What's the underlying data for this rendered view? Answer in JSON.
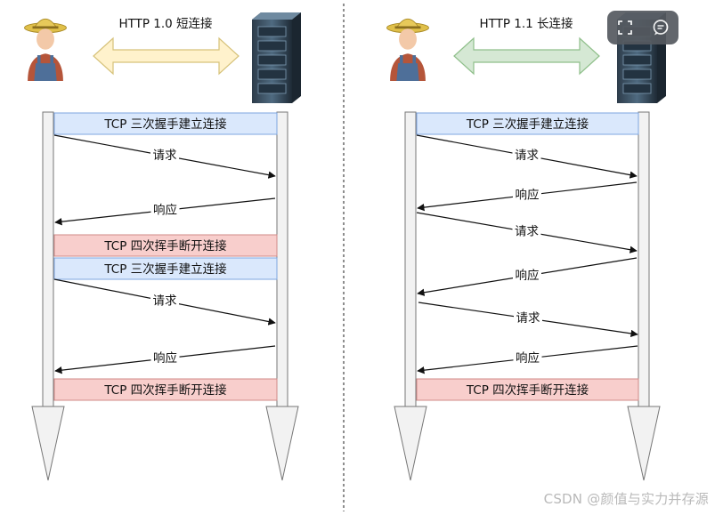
{
  "left": {
    "title": "HTTP 1.0 短连接",
    "bands": [
      {
        "label": "TCP 三次握手建立连接",
        "kind": "connect"
      },
      {
        "label": "TCP 四次挥手断开连接",
        "kind": "disconnect"
      },
      {
        "label": "TCP 三次握手建立连接",
        "kind": "connect"
      },
      {
        "label": "TCP 四次挥手断开连接",
        "kind": "disconnect"
      }
    ],
    "messages": [
      "请求",
      "响应",
      "请求",
      "响应"
    ]
  },
  "right": {
    "title": "HTTP 1.1 长连接",
    "bands": [
      {
        "label": "TCP 三次握手建立连接",
        "kind": "connect"
      },
      {
        "label": "TCP 四次挥手断开连接",
        "kind": "disconnect"
      }
    ],
    "messages": [
      "请求",
      "响应",
      "请求",
      "响应",
      "请求",
      "响应"
    ]
  },
  "colors": {
    "connect_fill": "#dae8fc",
    "connect_stroke": "#7ea6e0",
    "disconnect_fill": "#f8cecc",
    "disconnect_stroke": "#d08a87",
    "arrow_left_fill": "#fff2cc",
    "arrow_left_stroke": "#d6c27a",
    "arrow_right_fill": "#d5e8d4",
    "arrow_right_stroke": "#8fbf8a"
  },
  "toolbar": {
    "fullscreen_icon": "fullscreen-icon",
    "comment_icon": "comment-icon"
  },
  "watermark": "CSDN @颜值与实力并存源"
}
